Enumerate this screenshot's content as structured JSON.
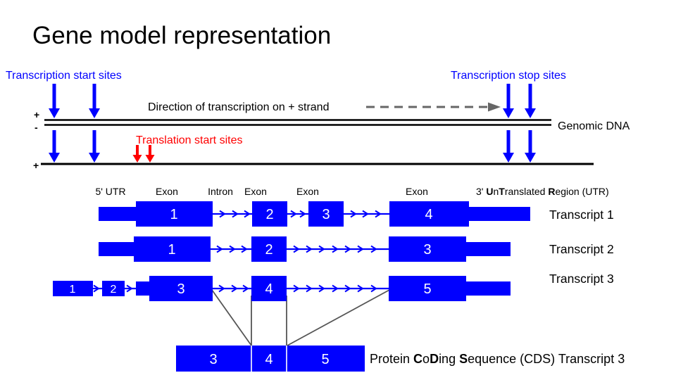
{
  "title": "Gene model representation",
  "colors": {
    "blue": "#0000ff",
    "red": "#ff0000",
    "dash_gray": "#666666",
    "connector_gray": "#555555",
    "dna_black": "#000000",
    "exon_text": "#ffffff"
  },
  "annotations": {
    "transcription_start": "Transcription start sites",
    "transcription_stop": "Transcription stop sites",
    "direction": "Direction of transcription on + strand",
    "genomic_dna": "Genomic DNA",
    "translation_start": "Translation start sites",
    "plus_strand_top": "+",
    "minus_strand": "-",
    "plus_strand_bottom": "+"
  },
  "feature_labels": {
    "utr5": "5' UTR",
    "exon_a": "Exon",
    "intron": "Intron",
    "exon_b": "Exon",
    "exon_c": "Exon",
    "exon_d": "Exon",
    "utr3": {
      "p1": "3' ",
      "b1": "U",
      "p2": "n",
      "b2": "T",
      "p3": "ranslated ",
      "b3": "R",
      "p4": "egion (UTR)"
    }
  },
  "transcripts": [
    {
      "name": "Transcript 1",
      "exons": [
        "1",
        "2",
        "3",
        "4"
      ]
    },
    {
      "name": "Transcript 2",
      "exons": [
        "1",
        "2",
        "3"
      ]
    },
    {
      "name": "Transcript 3",
      "exons": [
        "1",
        "2",
        "3",
        "4",
        "5"
      ]
    }
  ],
  "cds": {
    "segments": [
      "3",
      "4",
      "5"
    ],
    "label": {
      "p1": "Protein ",
      "b1": "C",
      "p2": "o",
      "b2": "D",
      "p3": "ing ",
      "b3": "S",
      "p4": "equence (CDS) Transcript 3"
    }
  }
}
